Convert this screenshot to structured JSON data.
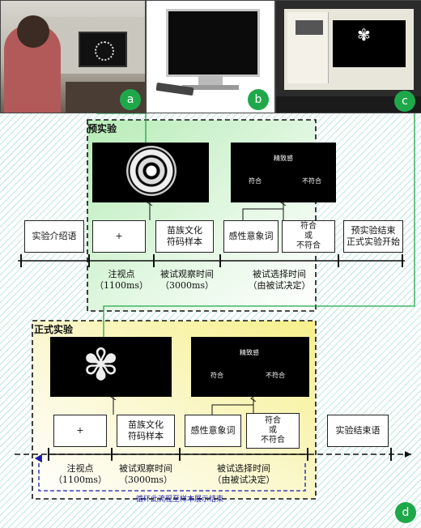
{
  "badges": [
    "a",
    "b",
    "c",
    "d"
  ],
  "pre_experiment": {
    "title": "预实验",
    "screen_prompt": "精致感",
    "screen_match": "符合",
    "screen_nomatch": "不符合",
    "boxes": [
      "实验介绍语",
      "+",
      "苗族文化\n符码样本",
      "感性意象词",
      "符合\n或\n不符合",
      "预实验结束\n正式实验开始"
    ],
    "labels": [
      "注视点\n（1100ms）",
      "被试观察时间\n（3000ms）",
      "被试选择时间\n（由被试决定）"
    ]
  },
  "formal_experiment": {
    "title": "正式实验",
    "screen_prompt": "精致感",
    "screen_match": "符合",
    "screen_nomatch": "不符合",
    "boxes": [
      "+",
      "苗族文化\n符码样本",
      "感性意象词",
      "符合\n或\n不符合",
      "实验结束语"
    ],
    "labels": [
      "注视点\n（1100ms）",
      "被试观察时间\n（3000ms）",
      "被试选择时间\n（由被试决定）"
    ],
    "loop_text": "循环此流程至样本展示结束"
  },
  "colors": {
    "connector": "#1fa84a",
    "loop": "#1a1aa8",
    "hatch": "#8fd6c8"
  }
}
